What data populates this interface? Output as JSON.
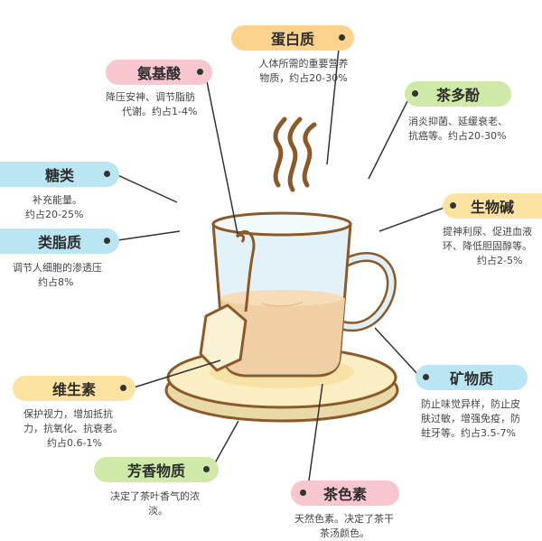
{
  "components": [
    {
      "id": "protein",
      "title": "蛋白质",
      "color": "#fbd38d",
      "lines": [
        "人体所需的重要营养",
        "物质，约占20-30%"
      ]
    },
    {
      "id": "amino-acid",
      "title": "氨基酸",
      "color": "#f7c6cf",
      "lines": [
        "降压安神、调节脂肪",
        "代谢。约占1-4%"
      ]
    },
    {
      "id": "tea-polyphenol",
      "title": "茶多酚",
      "color": "#cfe9a8",
      "lines": [
        "消炎抑菌、延缓衰老、",
        "抗癌等。约占20-30%"
      ]
    },
    {
      "id": "sugar",
      "title": "糖类",
      "color": "#b9e6f2",
      "lines": [
        "补充能量。",
        "约占20-25%"
      ]
    },
    {
      "id": "alkaloid",
      "title": "生物碱",
      "color": "#fde3a1",
      "lines": [
        "提神利尿、促进血液",
        "环、降低胆固醇等。",
        "约占2-5%"
      ]
    },
    {
      "id": "lipid",
      "title": "类脂质",
      "color": "#b9e6f2",
      "lines": [
        "调节人细胞的渗透压",
        "约占8%"
      ]
    },
    {
      "id": "vitamin",
      "title": "维生素",
      "color": "#fde3a1",
      "lines": [
        "保护视力，增加抵抗",
        "力，抗氧化、抗衰老。",
        "约占0.6-1%"
      ]
    },
    {
      "id": "mineral",
      "title": "矿物质",
      "color": "#b9e6f2",
      "lines": [
        "防止味觉异样，防止皮",
        "肤过敏，增强免疫，防",
        "蛀牙等。约占3.5-7%"
      ]
    },
    {
      "id": "aroma",
      "title": "芳香物质",
      "color": "#cfe9a8",
      "lines": [
        "决定了茶叶香气的浓",
        "淡。"
      ]
    },
    {
      "id": "pigment",
      "title": "茶色素",
      "color": "#f7c6cf",
      "lines": [
        "天然色素。决定了茶干",
        "茶汤颜色。"
      ]
    }
  ]
}
